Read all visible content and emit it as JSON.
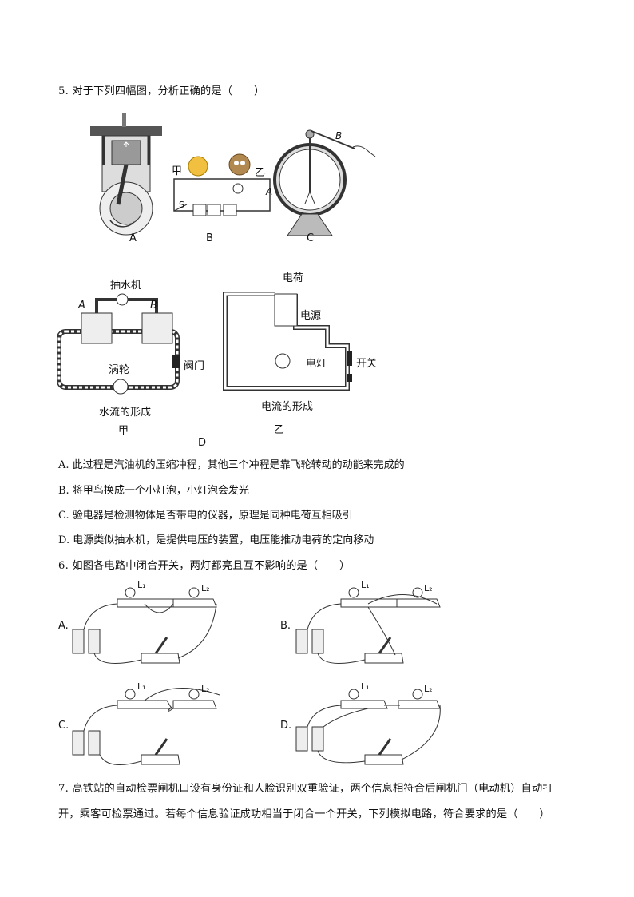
{
  "q5": {
    "stem": "5. 对于下列四幅图，分析正确的是（　　）",
    "fig_labels": {
      "A": "A",
      "B": "B",
      "C": "C",
      "D": "D",
      "jia": "甲",
      "yi": "乙",
      "S": "S",
      "pointA": "A",
      "pointB": "B"
    },
    "d_left": {
      "pump": "抽水机",
      "A": "A",
      "B": "B",
      "turbine": "涡轮",
      "valve": "阀门",
      "caption": "水流的形成",
      "sub": "甲"
    },
    "d_right": {
      "charge": "电荷",
      "source": "电源",
      "lamp": "电灯",
      "switch": "开关",
      "caption": "电流的形成",
      "sub": "乙"
    },
    "options": [
      "A. 此过程是汽油机的压缩冲程，其他三个冲程是靠飞轮转动的动能来完成的",
      "B. 将甲鸟换成一个小灯泡，小灯泡会发光",
      "C. 验电器是检测物体是否带电的仪器，原理是同种电荷互相吸引",
      "D. 电源类似抽水机，是提供电压的装置，电压能推动电荷的定向移动"
    ]
  },
  "q6": {
    "stem": "6. 如图各电路中闭合开关，两灯都亮且互不影响的是（　　）",
    "opts": [
      "A.",
      "B.",
      "C.",
      "D."
    ],
    "L1": "L₁",
    "L2": "L₂"
  },
  "q7": {
    "line1": "7. 高铁站的自动检票闸机口设有身份证和人脸识别双重验证，两个信息相符合后闸机门（电动机）自动打",
    "line2": "开，乘客可检票通过。若每个信息验证成功相当于闭合一个开关，下列模拟电路，符合要求的是（　　）"
  }
}
